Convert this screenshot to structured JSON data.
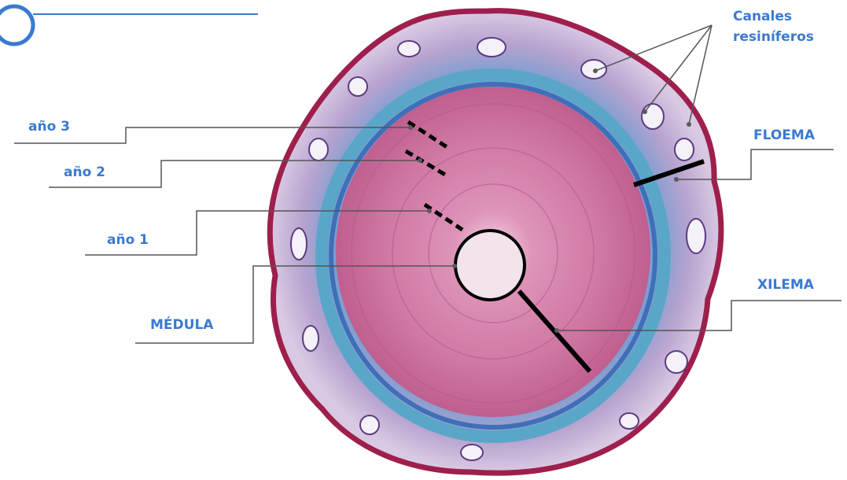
{
  "colors": {
    "label": "#3a7ad0",
    "leader": "#555555",
    "pointer": "#000000",
    "cortex_outer": "#9e1f4c",
    "cortex_fill": "#a98fc0",
    "phloem_band": "#5aa6c9",
    "cambium_band": "#3f6fb8",
    "xylem": "#cf7aa4",
    "xylem_inner": "#d98ab0",
    "pith": "#f2e2ea"
  },
  "labels": {
    "canales_line1": "Canales",
    "canales_line2": "resiníferos",
    "floema": "FLOEMA",
    "xilema": "XILEMA",
    "ano3": "año 3",
    "ano2": "año 2",
    "ano1": "año 1",
    "medula": "MÉDULA"
  },
  "icons": {
    "corner": "circle-outline-icon"
  }
}
